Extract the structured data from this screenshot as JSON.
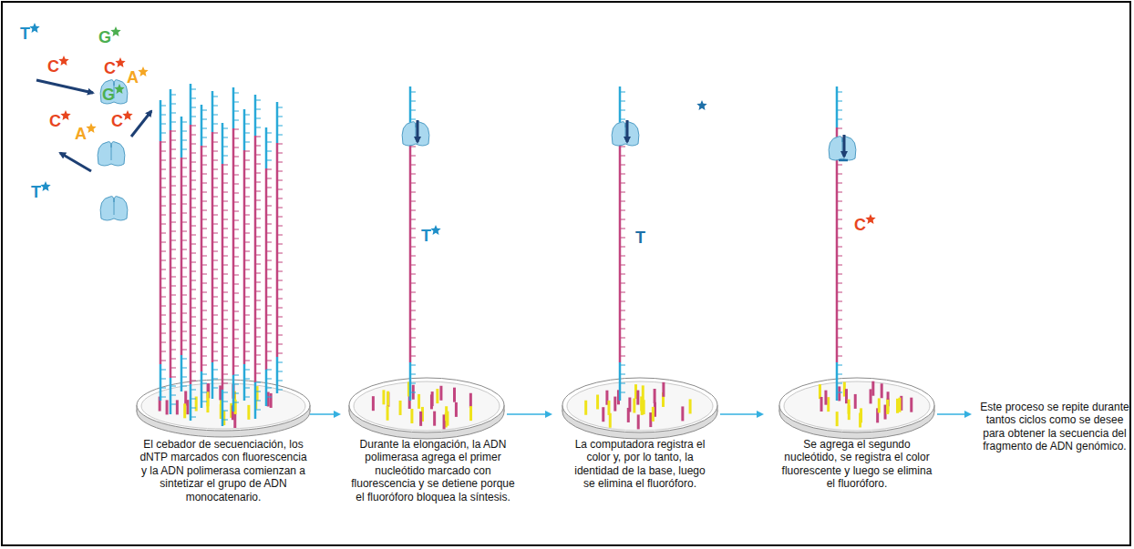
{
  "diagram": {
    "labels": [
      "T",
      "G",
      "C",
      "C",
      "A",
      "G",
      "C",
      "A",
      "C",
      "T",
      "T",
      "T",
      "C",
      "El cebador de secuenciación, los dNTP marcados con fluorescencia y la ADN polimerasa comienzan a sintetizar el grupo de ADN monocatenario.",
      "Durante la elongación, la ADN polimerasa agrega el primer nucleótido marcado con fluorescencia y se detiene porque el fluoróforo bloquea la síntesis.",
      "La computadora registra el color y, por lo tanto, la identidad de la base, luego se elimina el fluoróforo.",
      "Se agrega el segundo nucleótido, se registra el color fluorescente y luego se elimina el fluoróforo.",
      "Este proceso se repite durante tantos ciclos como se desee para obtener la secuencia del fragmento de ADN genómico."
    ]
  }
}
